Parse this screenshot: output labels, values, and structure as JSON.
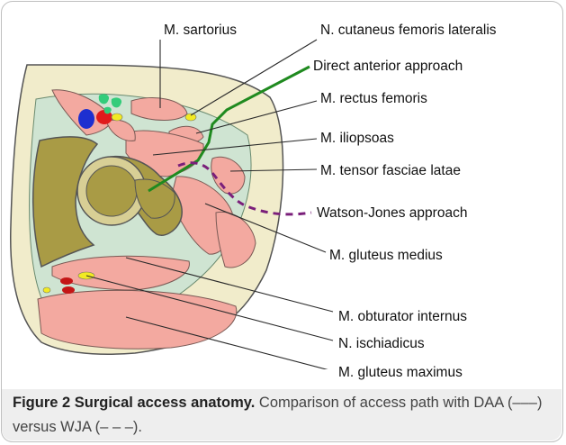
{
  "labels": {
    "sartorius": "M. sartorius",
    "cutaneus": "N. cutaneus femoris lateralis",
    "daa": "Direct anterior approach",
    "rectus": "M. rectus femoris",
    "iliopsoas": "M. iliopsoas",
    "tensor": "M. tensor fasciae latae",
    "wja": "Watson-Jones approach",
    "gluteus_medius": "M. gluteus medius",
    "obturator": "M. obturator internus",
    "ischiadicus": "N. ischiadicus",
    "gluteus_maximus": "M. gluteus maximus"
  },
  "caption": {
    "title": "Figure 2 Surgical access anatomy.",
    "text": " Comparison of access path with DAA (–––) versus WJA (– – –)."
  },
  "colors": {
    "muscle": "#f3a9a0",
    "fat": "#f1eccb",
    "fascia": "#cfe4d2",
    "bone": "#a99b45",
    "cartilage": "#d8cf95",
    "daa_path": "#1f8a1f",
    "wja_path": "#7a1f7a",
    "artery": "#e01b1b",
    "vein": "#1d2fd0",
    "nerve": "#f2ea23",
    "lymph": "#33cc7a"
  }
}
